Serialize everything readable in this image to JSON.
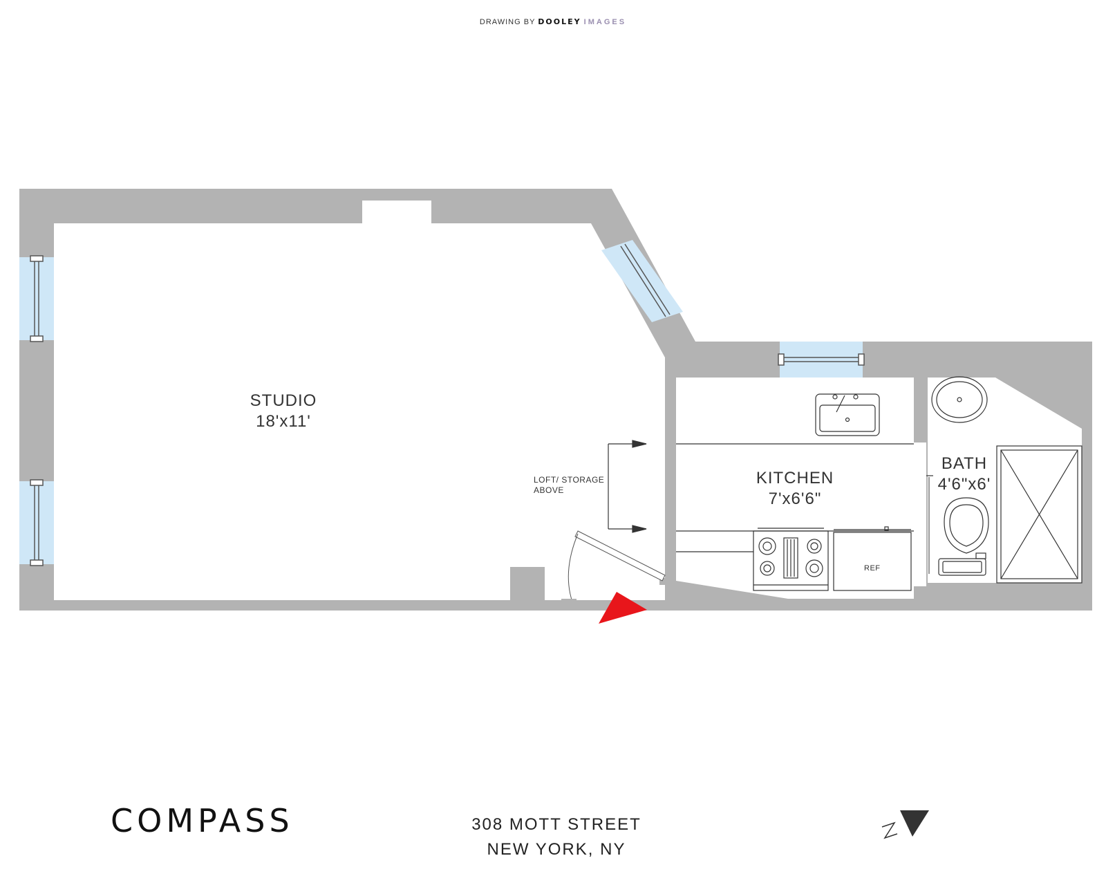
{
  "credit": {
    "prefix": "DRAWING BY",
    "brand_a": "DOOLEY",
    "brand_b": "IMAGES"
  },
  "rooms": {
    "studio": {
      "name": "STUDIO",
      "size": "18'x11'"
    },
    "kitchen": {
      "name": "KITCHEN",
      "size": "7'x6'6\""
    },
    "bath": {
      "name": "BATH",
      "size": "4'6\"x6'"
    }
  },
  "labels": {
    "loft_line1": "LOFT/ STORAGE",
    "loft_line2": "ABOVE",
    "ref": "REF"
  },
  "footer": {
    "logo": "COMPASS",
    "address_line1": "308 MOTT STREET",
    "address_line2": "NEW YORK, NY"
  },
  "colors": {
    "wall": "#b3b3b3",
    "window": "#cfe7f7",
    "entry_arrow": "#e8161b",
    "line": "#333333"
  },
  "icons": {
    "north": "north-arrow-icon",
    "entry": "entry-arrow-icon"
  }
}
